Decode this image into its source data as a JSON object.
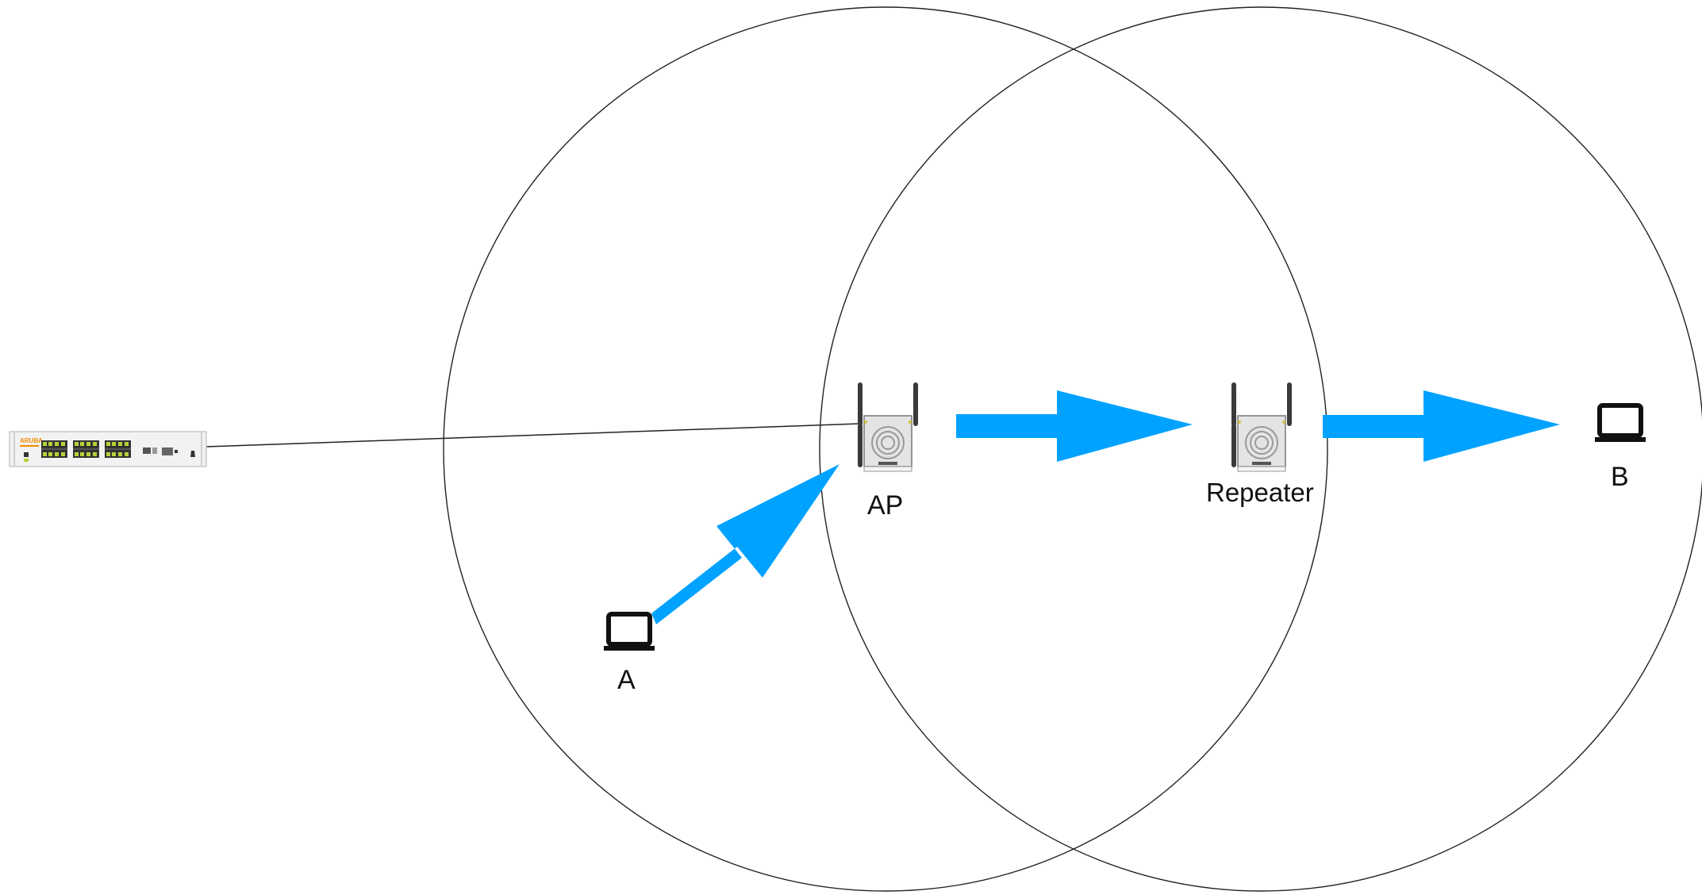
{
  "labels": {
    "ap": "AP",
    "repeater": "Repeater",
    "client_a": "A",
    "client_b": "B"
  },
  "switch_logo_text": "ARUBA",
  "colors": {
    "arrow": "#00a2ff",
    "outline": "#222222",
    "switch_logo": "#f28c00",
    "switch_port_led": "#b6d33a",
    "switch_body": "#f2f2f2"
  },
  "icons": {
    "switch": "network-switch-icon",
    "access_point": "access-point-icon",
    "laptop": "laptop-icon",
    "coverage": "coverage-circle"
  }
}
